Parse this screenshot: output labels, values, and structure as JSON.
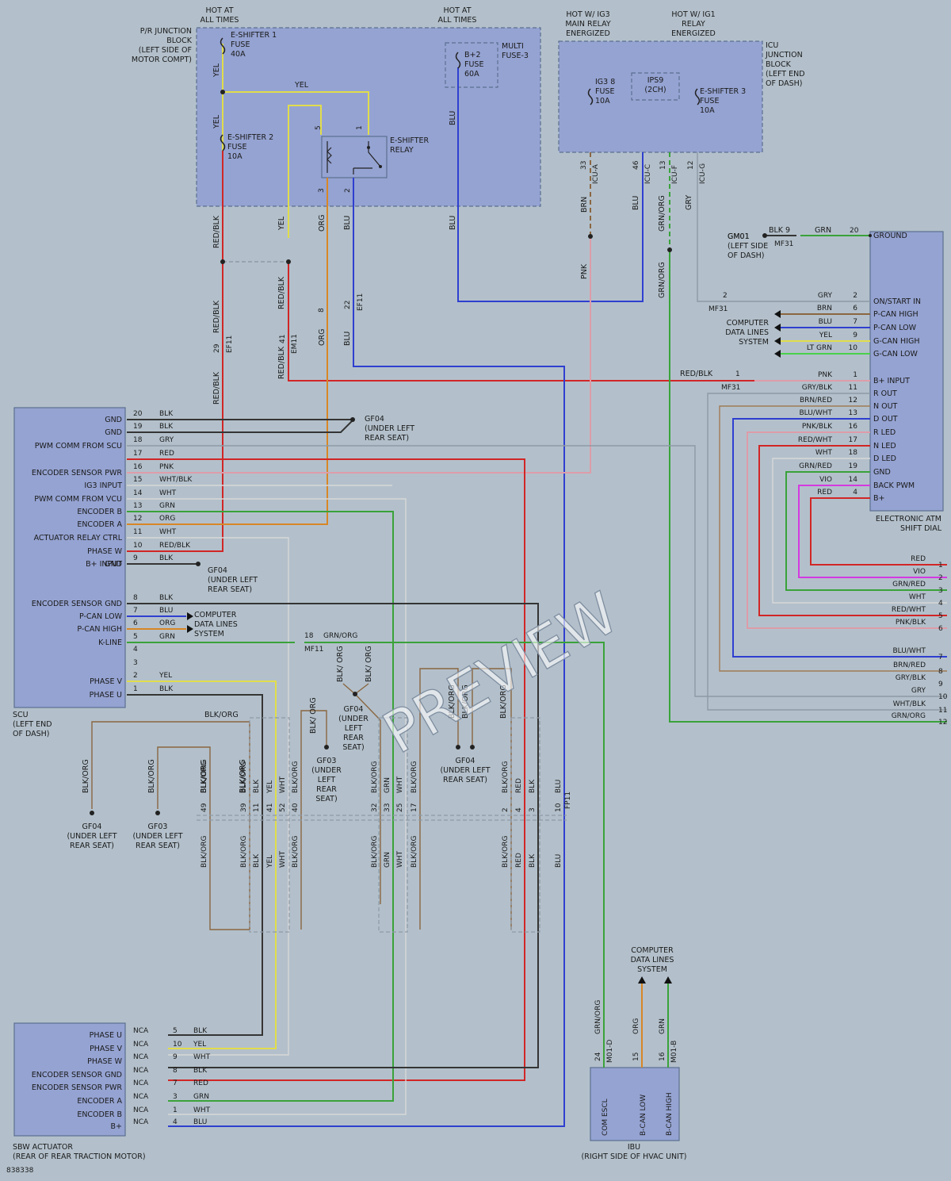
{
  "colors": {
    "background": "#b3c0cb",
    "box": "#95a3d2",
    "YEL": "#e1dd4b",
    "RED": "#d12626",
    "BLU": "#2f3fd0",
    "ORG": "#d88626",
    "BRN": "#8a6640",
    "GRN": "#3aa23a",
    "PNK": "#de9ca9",
    "BLK": "#353535",
    "GRY": "#8e989e",
    "WHT": "#d8d8d8",
    "VIO": "#d43ae0",
    "LTGRN": "#4ad04a"
  },
  "top": {
    "hot1": [
      "HOT AT",
      "ALL TIMES"
    ],
    "hot2": [
      "HOT AT",
      "ALL TIMES"
    ],
    "hot3": [
      "HOT W/ IG3",
      "MAIN RELAY",
      "ENERGIZED"
    ],
    "hot4": [
      "HOT W/ IG1",
      "RELAY",
      "ENERGIZED"
    ]
  },
  "pr_block": {
    "title": [
      "P/R JUNCTION",
      "BLOCK",
      "(LEFT SIDE OF",
      "MOTOR COMPT)"
    ],
    "fuse1": [
      "E-SHIFTER 1",
      "FUSE",
      "40A"
    ],
    "fuse2": [
      "E-SHIFTER 2",
      "FUSE",
      "10A"
    ],
    "relay": [
      "E-SHIFTER",
      "RELAY"
    ],
    "multi": [
      "MULTI",
      "FUSE-3"
    ],
    "b2": [
      "B+2",
      "FUSE",
      "60A"
    ],
    "pins": {
      "p5": "5",
      "p1": "1",
      "p3": "3",
      "p2": "2"
    }
  },
  "icu": {
    "title": [
      "ICU",
      "JUNCTION",
      "BLOCK",
      "(LEFT END",
      "OF DASH)"
    ],
    "ig3": [
      "IG3 8",
      "FUSE",
      "10A"
    ],
    "ips9": [
      "IPS9",
      "(2CH)"
    ],
    "esh3": [
      "E-SHIFTER 3",
      "FUSE",
      "10A"
    ],
    "conns": [
      {
        "pin": "33",
        "name": "ICU-A"
      },
      {
        "pin": "46",
        "name": "ICU-C"
      },
      {
        "pin": "13",
        "name": "ICU-F"
      },
      {
        "pin": "12",
        "name": "ICU-G"
      }
    ]
  },
  "wire_labels": {
    "yel1": "YEL",
    "yel2": "YEL",
    "yel3": "YEL",
    "yel_mid": "YEL",
    "blu_b2": "BLU",
    "blu_b2_lo": "BLU",
    "redblk1": "RED/BLK",
    "redblk2": "RED/BLK",
    "redblk3": "RED/BLK",
    "redblk4": "RED/BLK",
    "redblk5": "RED/BLK",
    "org1": "ORG",
    "org2": "ORG",
    "blu1": "BLU",
    "blu2": "BLU",
    "brn": "BRN",
    "pnk": "PNK",
    "blu_icu": "BLU",
    "grnorg1": "GRN/ORG",
    "grnorg2": "GRN/ORG",
    "gry_icu": "GRY",
    "blk9": "BLK 9",
    "grn20_lbl": "GRN",
    "redblk_b": "RED/BLK"
  },
  "inline": {
    "ef11_29": [
      "29",
      "EF11"
    ],
    "em11_41": [
      "41",
      "EM11"
    ],
    "p8": "8",
    "ef11_22": [
      "22",
      "EF11"
    ],
    "mf11_18": [
      "18",
      "MF11"
    ],
    "mf31_2": [
      "2",
      "MF31"
    ],
    "mf31_1": [
      "1",
      "MF31"
    ],
    "mf31_9": "MF31",
    "fp11": "FP11"
  },
  "gm01": [
    "GM01",
    "(LEFT SIDE",
    "OF DASH)"
  ],
  "dial": {
    "title": [
      "ELECTRONIC ATM",
      "SHIFT DIAL"
    ],
    "pins": [
      {
        "name": "GROUND",
        "num": "20",
        "color": "GRN"
      },
      {
        "name": "ON/START IN",
        "num": "2",
        "color": "GRY"
      },
      {
        "name": "P-CAN HIGH",
        "num": "6",
        "color": "BRN"
      },
      {
        "name": "P-CAN LOW",
        "num": "7",
        "color": "BLU"
      },
      {
        "name": "G-CAN HIGH",
        "num": "9",
        "color": "YEL"
      },
      {
        "name": "G-CAN LOW",
        "num": "10",
        "color": "LT GRN"
      },
      {
        "name": "B+ INPUT",
        "num": "1",
        "color": "PNK"
      },
      {
        "name": "R OUT",
        "num": "11",
        "color": "GRY/BLK"
      },
      {
        "name": "N OUT",
        "num": "12",
        "color": "BRN/RED"
      },
      {
        "name": "D OUT",
        "num": "13",
        "color": "BLU/WHT"
      },
      {
        "name": "R LED",
        "num": "16",
        "color": "PNK/BLK"
      },
      {
        "name": "N LED",
        "num": "17",
        "color": "RED/WHT"
      },
      {
        "name": "D LED",
        "num": "18",
        "color": "WHT"
      },
      {
        "name": "GND",
        "num": "19",
        "color": "GRN/RED"
      },
      {
        "name": "BACK PWM",
        "num": "14",
        "color": "VIO"
      },
      {
        "name": "B+",
        "num": "4",
        "color": "RED"
      }
    ]
  },
  "cds1": [
    "COMPUTER",
    "DATA LINES",
    "SYSTEM"
  ],
  "cds2": [
    "COMPUTER",
    "DATA LINES",
    "SYSTEM"
  ],
  "cds3": [
    "COMPUTER",
    "DATA LINES",
    "SYSTEM"
  ],
  "scu": {
    "title": [
      "SCU",
      "(LEFT END",
      "OF DASH)"
    ],
    "pins": [
      {
        "name": "GND",
        "num": "20",
        "color": "BLK"
      },
      {
        "name": "GND",
        "num": "19",
        "color": "BLK"
      },
      {
        "name": "PWM COMM FROM SCU",
        "num": "18",
        "color": "GRY"
      },
      {
        "name": "",
        "num": "17",
        "color": "RED"
      },
      {
        "name": "ENCODER SENSOR PWR",
        "num": "16",
        "color": "PNK"
      },
      {
        "name": "IG3 INPUT",
        "num": "15",
        "color": "WHT/BLK"
      },
      {
        "name": "PWM COMM FROM VCU",
        "num": "14",
        "color": "WHT"
      },
      {
        "name": "ENCODER B",
        "num": "13",
        "color": "GRN"
      },
      {
        "name": "ENCODER A",
        "num": "12",
        "color": "ORG"
      },
      {
        "name": "ACTUATOR RELAY CTRL",
        "num": "11",
        "color": "WHT"
      },
      {
        "name": "PHASE W",
        "num": "10",
        "color": "RED/BLK"
      },
      {
        "name": "B+ INPUT",
        "num": "9",
        "color": "BLK"
      },
      {
        "name": "GND",
        "num": "",
        "color": ""
      },
      {
        "name": "ENCODER SENSOR GND",
        "num": "8",
        "color": "BLK"
      },
      {
        "name": "P-CAN LOW",
        "num": "7",
        "color": "BLU"
      },
      {
        "name": "P-CAN HIGH",
        "num": "6",
        "color": "ORG"
      },
      {
        "name": "K-LINE",
        "num": "5",
        "color": "GRN"
      },
      {
        "name": "",
        "num": "4",
        "color": ""
      },
      {
        "name": "",
        "num": "3",
        "color": ""
      },
      {
        "name": "PHASE V",
        "num": "2",
        "color": "YEL"
      },
      {
        "name": "PHASE U",
        "num": "1",
        "color": "BLK"
      }
    ]
  },
  "gf04_a": [
    "GF04",
    "(UNDER LEFT",
    "REAR SEAT)"
  ],
  "gf04_b": [
    "GF04",
    "(UNDER LEFT",
    "REAR SEAT)"
  ],
  "grn_org_mf11": "GRN/ORG",
  "splices": {
    "blkorg_top": "BLK/ORG",
    "blkorg_a": "BLK/ORG",
    "blkorg_b": "BLK/ORG",
    "blkorg_c": "BLK/ORG",
    "blkorg_d": "BLK/ORG",
    "blk_org_v1": "BLK/ ORG",
    "blk_org_v2": "BLK/ ORG",
    "blk_org_v3": "BLK/ ORG",
    "blkorg_e": "BLK/ORG",
    "blkorg_f": "BLK/ORG",
    "blkorg_g": "BLK/ORG"
  },
  "gf04_c": [
    "GF04",
    "(UNDER",
    "LEFT",
    "REAR",
    "SEAT)"
  ],
  "gf03_a": [
    "GF03",
    "(UNDER",
    "LEFT",
    "REAR",
    "SEAT)"
  ],
  "gf04_d": [
    "GF04",
    "(UNDER LEFT",
    "REAR SEAT)"
  ],
  "gf04_e": [
    "GF04",
    "(UNDER LEFT",
    "REAR SEAT)"
  ],
  "gf03_b": [
    "GF03",
    "(UNDER LEFT",
    "REAR SEAT)"
  ],
  "conn_row": [
    {
      "pin": "49",
      "up": "BLK/ORG",
      "down": "BLK/ORG"
    },
    {
      "pin": "39",
      "up": "BLK/ORG",
      "down": "BLK/ORG"
    },
    {
      "pin": "11",
      "up": "BLK",
      "down": "BLK"
    },
    {
      "pin": "41",
      "up": "YEL",
      "down": "YEL"
    },
    {
      "pin": "52",
      "up": "WHT",
      "down": "WHT"
    },
    {
      "pin": "40",
      "up": "BLK/ORG",
      "down": "BLK/ORG"
    },
    {
      "pin": "32",
      "up": "BLK/ORG",
      "down": "BLK/ORG"
    },
    {
      "pin": "33",
      "up": "GRN",
      "down": "GRN"
    },
    {
      "pin": "25",
      "up": "WHT",
      "down": "WHT"
    },
    {
      "pin": "17",
      "up": "BLK/ORG",
      "down": "BLK/ORG"
    },
    {
      "pin": "2",
      "up": "BLK/ORG",
      "down": "BLK/ORG"
    },
    {
      "pin": "4",
      "up": "RED",
      "down": "RED"
    },
    {
      "pin": "3",
      "up": "BLK",
      "down": "BLK"
    },
    {
      "pin": "10",
      "up": "BLU",
      "down": "BLU"
    }
  ],
  "right_col": [
    {
      "label": "RED",
      "num": "1"
    },
    {
      "label": "VIO",
      "num": "2"
    },
    {
      "label": "GRN/RED",
      "num": "3"
    },
    {
      "label": "WHT",
      "num": "4"
    },
    {
      "label": "RED/WHT",
      "num": "5"
    },
    {
      "label": "PNK/BLK",
      "num": "6"
    },
    {
      "label": "BLU/WHT",
      "num": "7"
    },
    {
      "label": "BRN/RED",
      "num": "8"
    },
    {
      "label": "GRY/BLK",
      "num": "9"
    },
    {
      "label": "GRY",
      "num": "10"
    },
    {
      "label": "WHT/BLK",
      "num": "11"
    },
    {
      "label": "GRN/ORG",
      "num": "12"
    }
  ],
  "sbw": {
    "title": [
      "SBW ACTUATOR",
      "(REAR OF REAR TRACTION MOTOR)"
    ],
    "pins": [
      {
        "name": "PHASE U",
        "nca": "NCA",
        "num": "5",
        "color": "BLK"
      },
      {
        "name": "PHASE V",
        "nca": "NCA",
        "num": "10",
        "color": "YEL"
      },
      {
        "name": "PHASE W",
        "nca": "NCA",
        "num": "9",
        "color": "WHT"
      },
      {
        "name": "ENCODER SENSOR GND",
        "nca": "NCA",
        "num": "8",
        "color": "BLK"
      },
      {
        "name": "ENCODER SENSOR PWR",
        "nca": "NCA",
        "num": "7",
        "color": "RED"
      },
      {
        "name": "ENCODER A",
        "nca": "NCA",
        "num": "3",
        "color": "GRN"
      },
      {
        "name": "ENCODER B",
        "nca": "NCA",
        "num": "1",
        "color": "WHT"
      },
      {
        "name": "B+",
        "nca": "NCA",
        "num": "4",
        "color": "BLU"
      }
    ]
  },
  "ibu": {
    "title": [
      "IBU",
      "(RIGHT SIDE OF HVAC UNIT)"
    ],
    "pins": [
      {
        "name": "COM ESCL",
        "num": "24",
        "conn": "M01-D",
        "color": "GRN/ORG"
      },
      {
        "name": "B-CAN LOW",
        "num": "15",
        "conn": "",
        "color": "ORG"
      },
      {
        "name": "B-CAN HIGH",
        "num": "16",
        "conn": "M01-B",
        "color": "GRN"
      }
    ]
  },
  "figure_id": "838338",
  "watermark": "PREVIEW"
}
